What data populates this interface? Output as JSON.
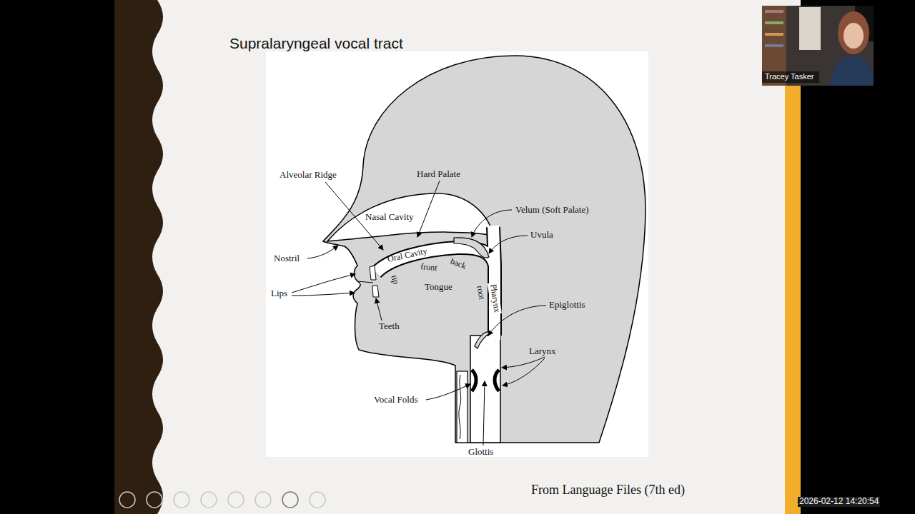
{
  "diagram": {
    "title": "Supralaryngeal vocal tract",
    "caption": "From Language Files (7th ed)",
    "labels": [
      "Alveolar Ridge",
      "Hard Palate",
      "Nasal Cavity",
      "Velum (Soft Palate)",
      "Uvula",
      "Nostril",
      "Oral Cavity",
      "tip",
      "front",
      "back",
      "Tongue",
      "root",
      "Pharynx",
      "Lips",
      "Teeth",
      "Epiglottis",
      "Larynx",
      "Vocal Folds",
      "Glottis",
      "Tracey Tasker",
      "2026-02-12 14:20:54"
    ]
  }
}
